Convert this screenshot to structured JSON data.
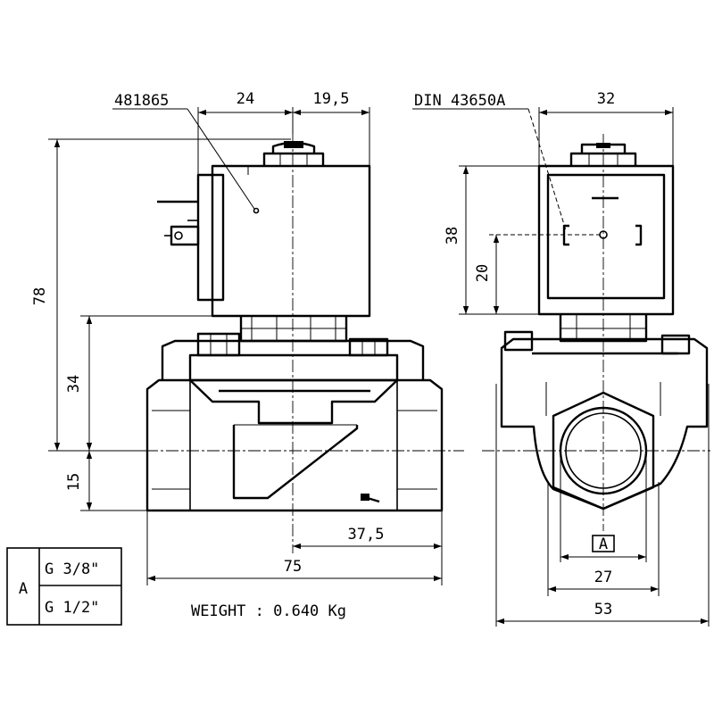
{
  "labels": {
    "part_number": "481865",
    "din": "DIN 43650A",
    "weight": "WEIGHT : 0.640 Kg"
  },
  "dimensions": {
    "coil_left_width": "24",
    "coil_right_width": "19,5",
    "coil_depth": "32",
    "total_height": "78",
    "body_to_coil": "34",
    "axis_to_bottom": "15",
    "half_length": "37,5",
    "total_length": "75",
    "coil_height": "38",
    "connector_height": "20",
    "port_across_flats": "27",
    "body_width": "53",
    "port_tag": "A"
  },
  "thread_table": {
    "key": "A",
    "rows": [
      "G 3/8\"",
      "G 1/2\""
    ]
  }
}
